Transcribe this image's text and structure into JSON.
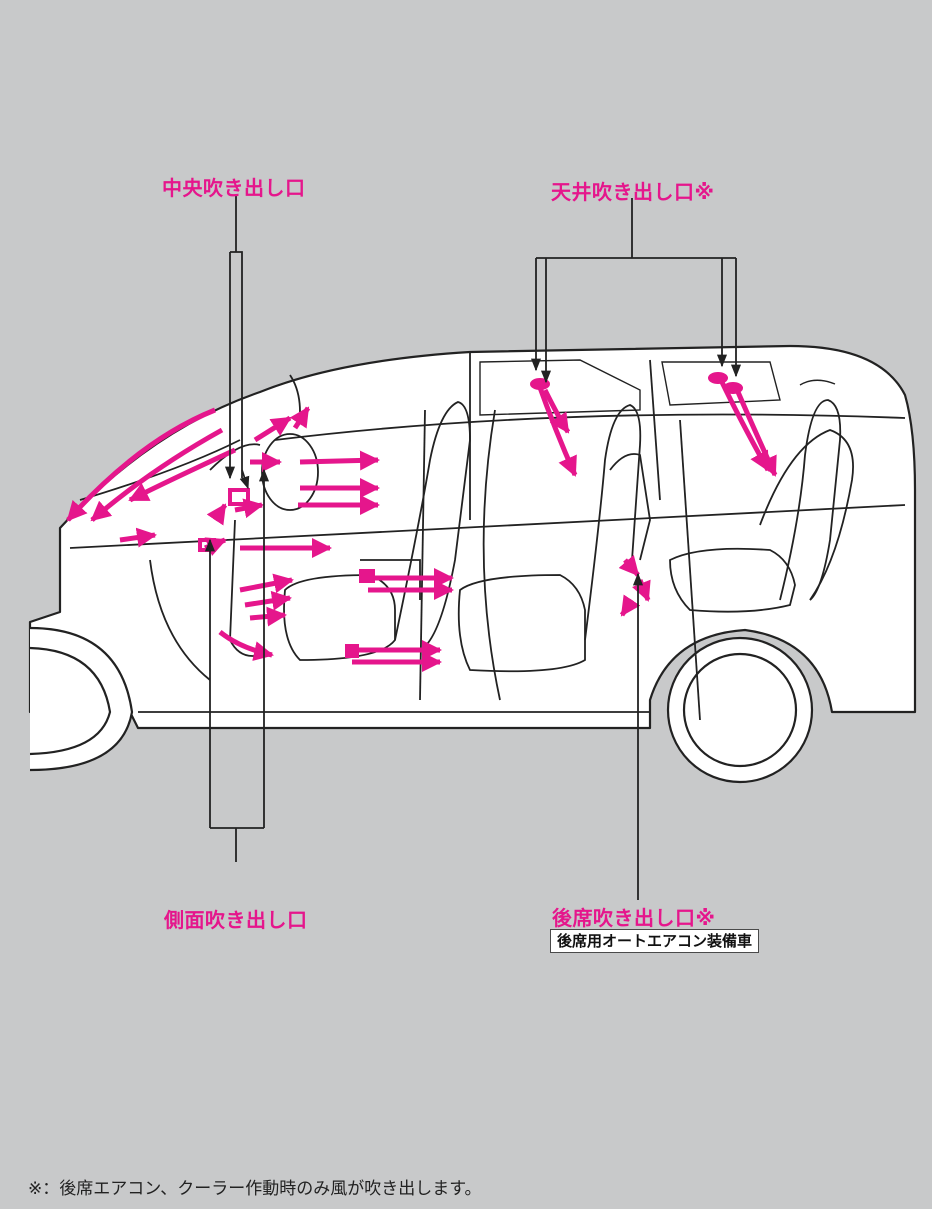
{
  "colors": {
    "background": "#c8c9ca",
    "accent": "#e5168c",
    "line": "#222222",
    "car_fill": "#ffffff"
  },
  "labels": {
    "center_vents": "中央吹き出し口",
    "ceiling_vents": "天井吹き出し口※",
    "side_vents": "側面吹き出し口",
    "rear_vents": "後席吹き出し口※"
  },
  "badge": "後席用オートエアコン装備車",
  "footnote": "※：後席エアコン、クーラー作動時のみ風が吹き出します。"
}
